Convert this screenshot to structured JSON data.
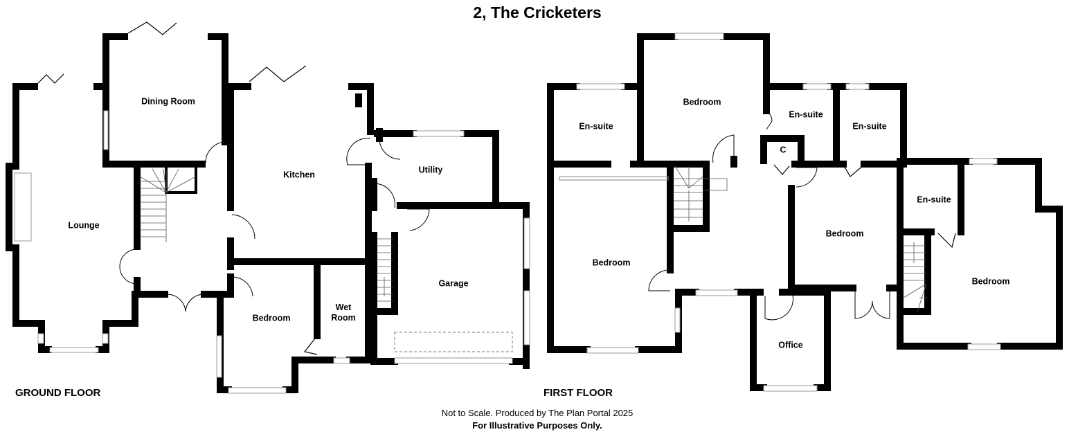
{
  "title": "2, The Cricketers",
  "ground_floor": {
    "label": "GROUND FLOOR",
    "rooms": [
      "Dining Room",
      "Lounge",
      "Kitchen",
      "Utility",
      "Garage",
      "Bedroom",
      "Wet",
      "Room"
    ]
  },
  "first_floor": {
    "label": "FIRST FLOOR",
    "rooms": [
      "En-suite",
      "Bedroom",
      "En-suite",
      "En-suite",
      "C",
      "Bedroom",
      "Bedroom",
      "En-suite",
      "Bedroom",
      "Office"
    ]
  },
  "footer": {
    "line1": "Not to Scale. Produced by The Plan Portal 2025",
    "line2": "For Illustrative Purposes Only."
  }
}
